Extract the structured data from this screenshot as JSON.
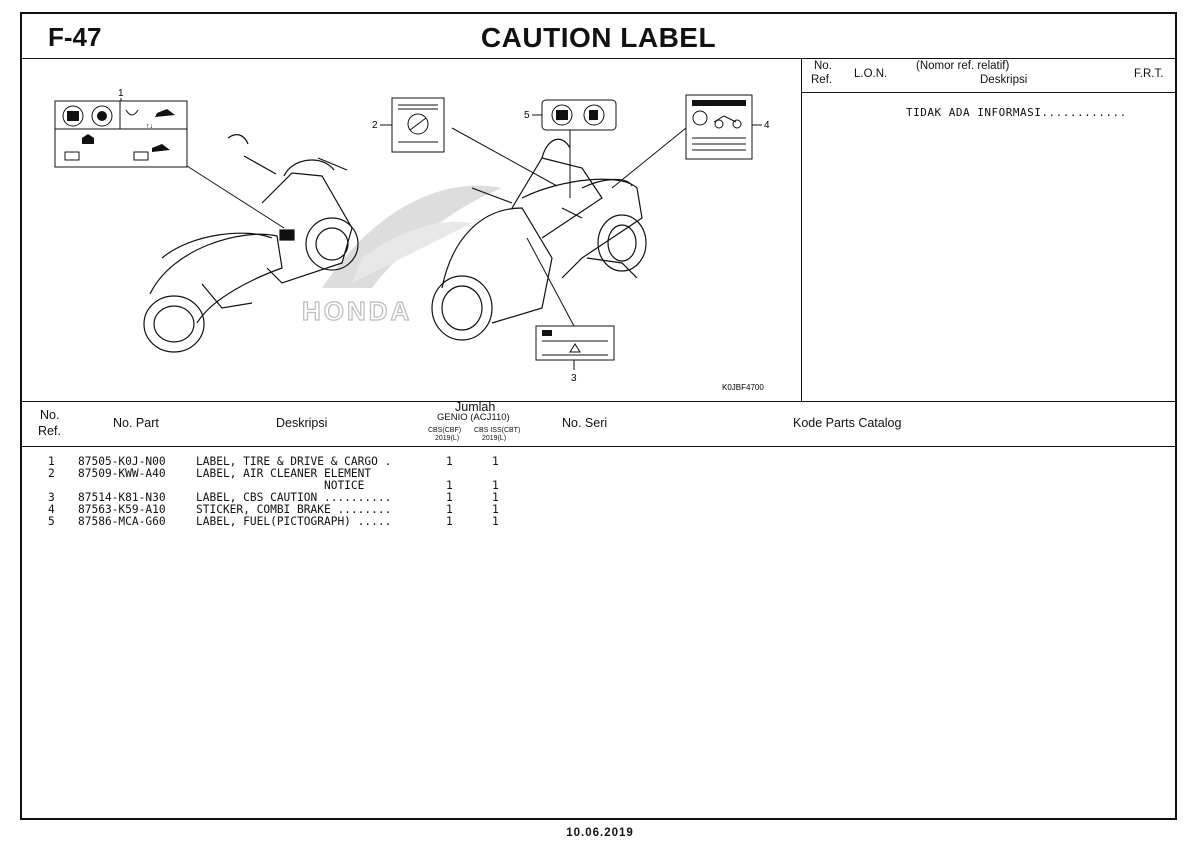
{
  "header": {
    "code": "F-47",
    "title": "CAUTION LABEL"
  },
  "right_panel": {
    "no_ref": [
      "No.",
      "Ref."
    ],
    "lon": "L.O.N.",
    "nomor": "(Nomor ref. relatif)",
    "deskripsi": "Deskripsi",
    "frt": "F.R.T.",
    "note": "TIDAK ADA INFORMASI............"
  },
  "illustration": {
    "callouts": [
      "1",
      "2",
      "3",
      "4",
      "5"
    ],
    "figure_code": "K0JBF4700",
    "brand_watermark": "HONDA"
  },
  "table": {
    "headers": {
      "no_ref": [
        "No.",
        "Ref."
      ],
      "no_part": "No. Part",
      "deskripsi": "Deskripsi",
      "jumlah": "Jumlah",
      "model": "GENIO (ACJ110)",
      "col1": "CBS(CBF)",
      "col1_year": "2019(L)",
      "col2": "CBS ISS(CBT)",
      "col2_year": "2019(L)",
      "no_seri": "No. Seri",
      "kode": "Kode Parts Catalog"
    },
    "rows": [
      {
        "ref": "1",
        "part": "87505-K0J-N00",
        "desc": "LABEL, TIRE & DRIVE & CARGO .",
        "q1": "1",
        "q2": "1"
      },
      {
        "ref": "2",
        "part": "87509-KWW-A40",
        "desc": "LABEL, AIR CLEANER ELEMENT",
        "q1": "",
        "q2": ""
      },
      {
        "ref": "",
        "part": "",
        "desc": "                   NOTICE",
        "q1": "1",
        "q2": "1"
      },
      {
        "ref": "3",
        "part": "87514-K81-N30",
        "desc": "LABEL, CBS CAUTION ..........",
        "q1": "1",
        "q2": "1"
      },
      {
        "ref": "4",
        "part": "87563-K59-A10",
        "desc": "STICKER, COMBI BRAKE ........",
        "q1": "1",
        "q2": "1"
      },
      {
        "ref": "5",
        "part": "87586-MCA-G60",
        "desc": "LABEL, FUEL(PICTOGRAPH) .....",
        "q1": "1",
        "q2": "1"
      }
    ]
  },
  "footer": {
    "date": "10.06.2019"
  }
}
